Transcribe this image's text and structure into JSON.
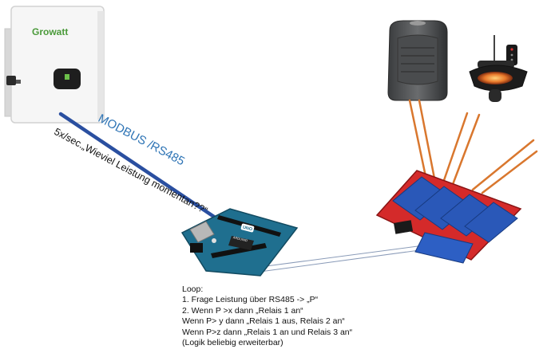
{
  "diagram": {
    "inverter_brand": "Growatt",
    "link_label": "MODBUS /RS485",
    "query_label": "5x/sec.„Wieviel Leistung momentan??“",
    "arduino_badge": "UNO",
    "arduino_brand": "ARDUINO",
    "loop": {
      "title": "Loop:",
      "lines": [
        "1. Frage Leistung über RS485 -> „P“",
        "2. Wenn P >x  dann „Relais 1 an“",
        "Wenn P> y dann „Relais 1 aus, Relais 2 an“",
        "Wenn P>z dann „Relais 1 an und Relais 3 an“",
        "(Logik beliebig erweiterbar)"
      ]
    }
  },
  "colors": {
    "modbus_line": "#2a4fa0",
    "heater_wire": "#d9772e",
    "thin_line": "#8a9bb8",
    "relay_board": "#d42a2a",
    "relay_module": "#2a58b8",
    "arduino_board": "#1f6f8f"
  }
}
